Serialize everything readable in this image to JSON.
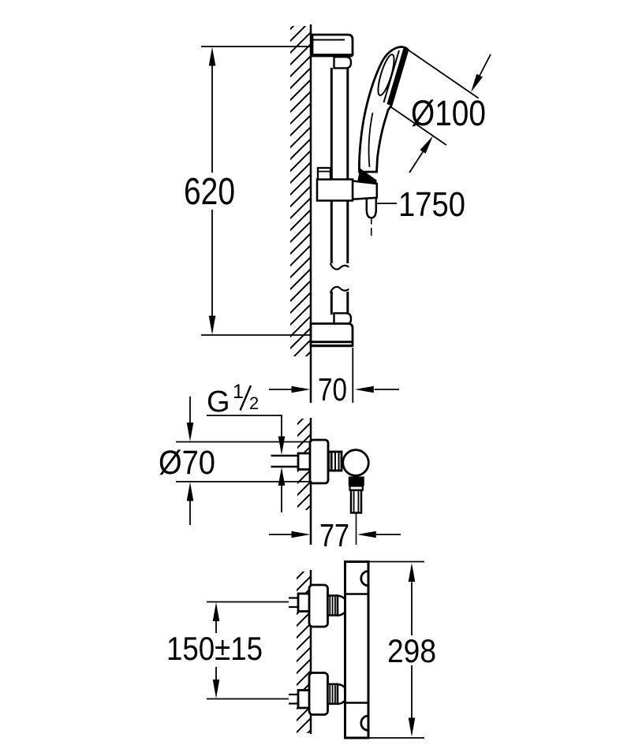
{
  "page": {
    "background": "#ffffff",
    "ink": "#000000"
  },
  "drawing": {
    "kind": "technical dimension drawing",
    "subject": "shower rail set with hand shower, shower hose, wall union and thermostat fitting",
    "unit": "mm"
  },
  "views": {
    "shower_rail_set": {
      "name": "shower rail with hand shower - side view",
      "dimensions": {
        "rail_length": "620",
        "hand_shower_diameter": "Ø100",
        "hose_length": "1750",
        "wall_offset": "70"
      }
    },
    "valve": {
      "name": "wall union - side view",
      "dimensions": {
        "thread_base": "G",
        "thread_numerator": "1",
        "thread_denominator": "2",
        "escutcheon_diameter": "Ø70",
        "depth_from_wall": "77"
      }
    },
    "thermostat": {
      "name": "thermostat fitting - side view",
      "dimensions": {
        "inlet_center_distance": "150±15",
        "body_height": "298"
      }
    }
  }
}
